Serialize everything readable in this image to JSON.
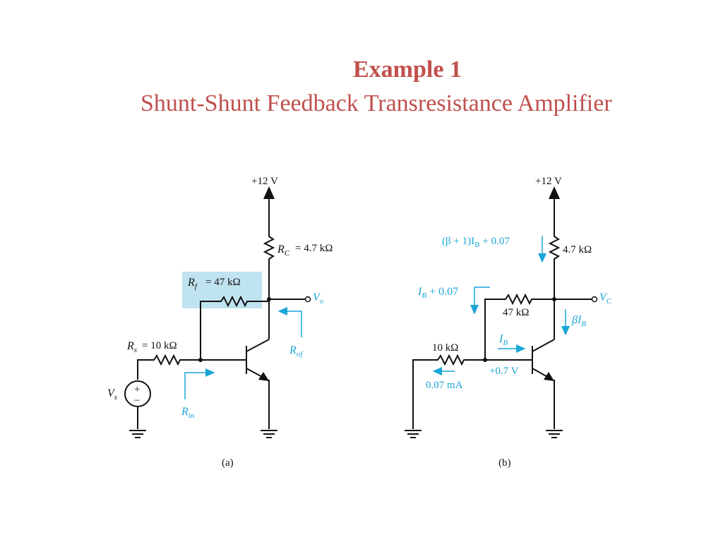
{
  "slide": {
    "title": "Example 1",
    "subtitle": "Shunt-Shunt Feedback Transresistance Amplifier"
  },
  "colors": {
    "title": "#c0504d",
    "annotation": "#1aa6d6",
    "highlight": "#bfe3f0",
    "wire": "#111111"
  },
  "circuit_a": {
    "caption": "(a)",
    "supply": "+12 V",
    "rc": "= 4.7 kΩ",
    "rf": "= 47 kΩ",
    "rs": "= 10 kΩ",
    "vo": "V",
    "vo_sub": "o",
    "vs": "V",
    "vs_sub": "s",
    "rof": "R",
    "rof_sub": "of",
    "rin": "R",
    "rin_sub": "in",
    "src_plus": "+",
    "src_minus": "−"
  },
  "circuit_b": {
    "caption": "(b)",
    "supply": "+12 V",
    "rc_value": "4.7 kΩ",
    "rf_value": "47 kΩ",
    "rs_value": "10 kΩ",
    "collector_current": "(β + 1)I",
    "collector_current_sub": "B",
    "collector_current_tail": "+ 0.07",
    "feedback_current": "I",
    "feedback_current_sub": "B",
    "feedback_current_tail": "+ 0.07",
    "beta_current": "βI",
    "beta_current_sub": "B",
    "base_current": "I",
    "base_current_sub": "B",
    "vbe": "+0.7 V",
    "source_current": "0.07 mA",
    "vc": "V",
    "vc_sub": "C"
  }
}
